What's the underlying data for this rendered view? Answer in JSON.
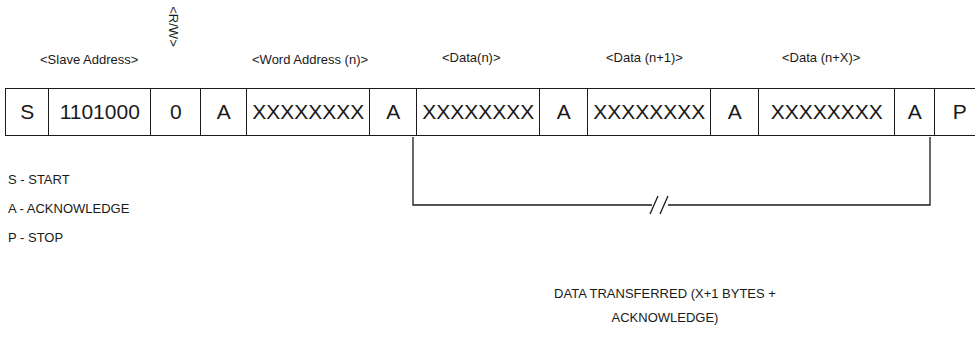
{
  "diagram": {
    "nodes": [
      {
        "text": [
          "S"
        ]
      },
      {
        "text": [
          "1101000"
        ]
      },
      {
        "text": [
          "0"
        ]
      },
      {
        "text": [
          "A"
        ]
      },
      {
        "text": [
          "XXXXXXXX"
        ]
      },
      {
        "text": [
          "A"
        ]
      },
      {
        "text": [
          "XXXXXXXX"
        ]
      },
      {
        "text": [
          "A"
        ]
      },
      {
        "text": [
          "XXXXXXXX"
        ]
      },
      {
        "text": [
          "A"
        ]
      },
      {
        "text": [
          "XXXXXXXX"
        ]
      },
      {
        "text": [
          "A"
        ]
      },
      {
        "text": [
          "P"
        ]
      }
    ],
    "labels": [
      "<Slave Address>",
      "<R/W>",
      "<Word Address (n)>",
      "<Data(n)>",
      "<Data (n+1)>",
      "<Data (n+X)>",
      "S - START",
      "A - ACKNOWLEDGE",
      "P - STOP",
      "DATA TRANSFERRED (X+1 BYTES + ACKNOWLEDGE)"
    ]
  }
}
